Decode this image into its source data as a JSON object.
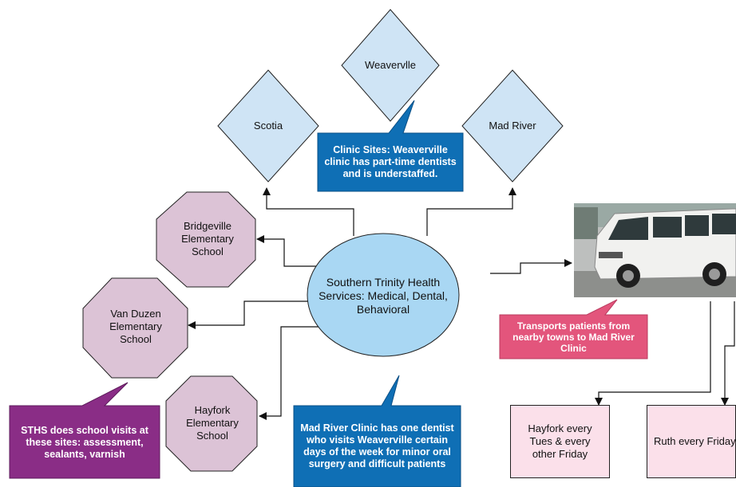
{
  "center": {
    "label": "Southern Trinity Health Services: Medical, Dental, Behavioral"
  },
  "clinic_sites": {
    "weaverville": "Weavervlle",
    "scotia": "Scotia",
    "mad_river": "Mad River"
  },
  "schools": {
    "bridgeville": "Bridgeville Elementary School",
    "van_duzen": "Van Duzen Elementary School",
    "hayfork": "Hayfork Elementary School"
  },
  "callouts": {
    "clinic_sites": "Clinic Sites: Weaverville clinic has part-time dentists and is understaffed.",
    "mad_river_clinic": "Mad River Clinic has one dentist who visits Weaverville certain days of the week for minor oral surgery and difficult patients",
    "school_visits": "STHS does school visits at these sites:  assessment, sealants, varnish",
    "transport": "Transports patients from nearby towns to Mad River Clinic"
  },
  "van": {
    "image": "white-passenger-van-photo"
  },
  "schedules": {
    "hayfork": "Hayfork every Tues & every other Friday",
    "ruth": "Ruth every Friday"
  },
  "colors": {
    "diamond_fill": "#cfe4f5",
    "circle_fill": "#a9d7f3",
    "octagon_fill": "#dcc3d6",
    "callout_blue": "#0f6fb5",
    "callout_purple": "#8a2d86",
    "callout_pink": "#e3557c",
    "schedule_fill": "#fbe0ea"
  }
}
